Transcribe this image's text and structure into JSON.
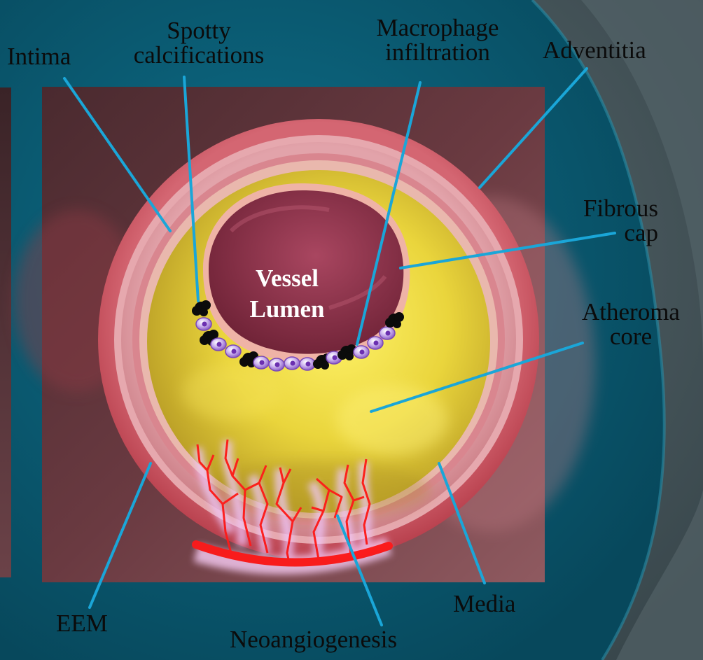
{
  "labels": {
    "intima": "Intima",
    "spotty_calcifications": [
      "Spotty",
      "calcifications"
    ],
    "macrophage_infiltration": [
      "Macrophage",
      "infiltration"
    ],
    "adventitia": "Adventitia",
    "fibrous_cap": [
      "Fibrous",
      "cap"
    ],
    "atheroma_core": [
      "Atheroma",
      "core"
    ],
    "eem": "EEM",
    "media": "Media",
    "neoangiogenesis": "Neoangiogenesis",
    "vessel_lumen": [
      "Vessel",
      "Lumen"
    ]
  },
  "colors": {
    "slide_background": "#3e4a4f",
    "teal_swirl": "#0a5b72",
    "leader_line": "#1aa6d8",
    "adventitia": "#c9535f",
    "atheroma": "#e8d13a",
    "lumen": "#8c2f45",
    "macrophage": "#9b6fcf",
    "calcification": "#0b0b0b",
    "neovessel": "#ff1010"
  }
}
